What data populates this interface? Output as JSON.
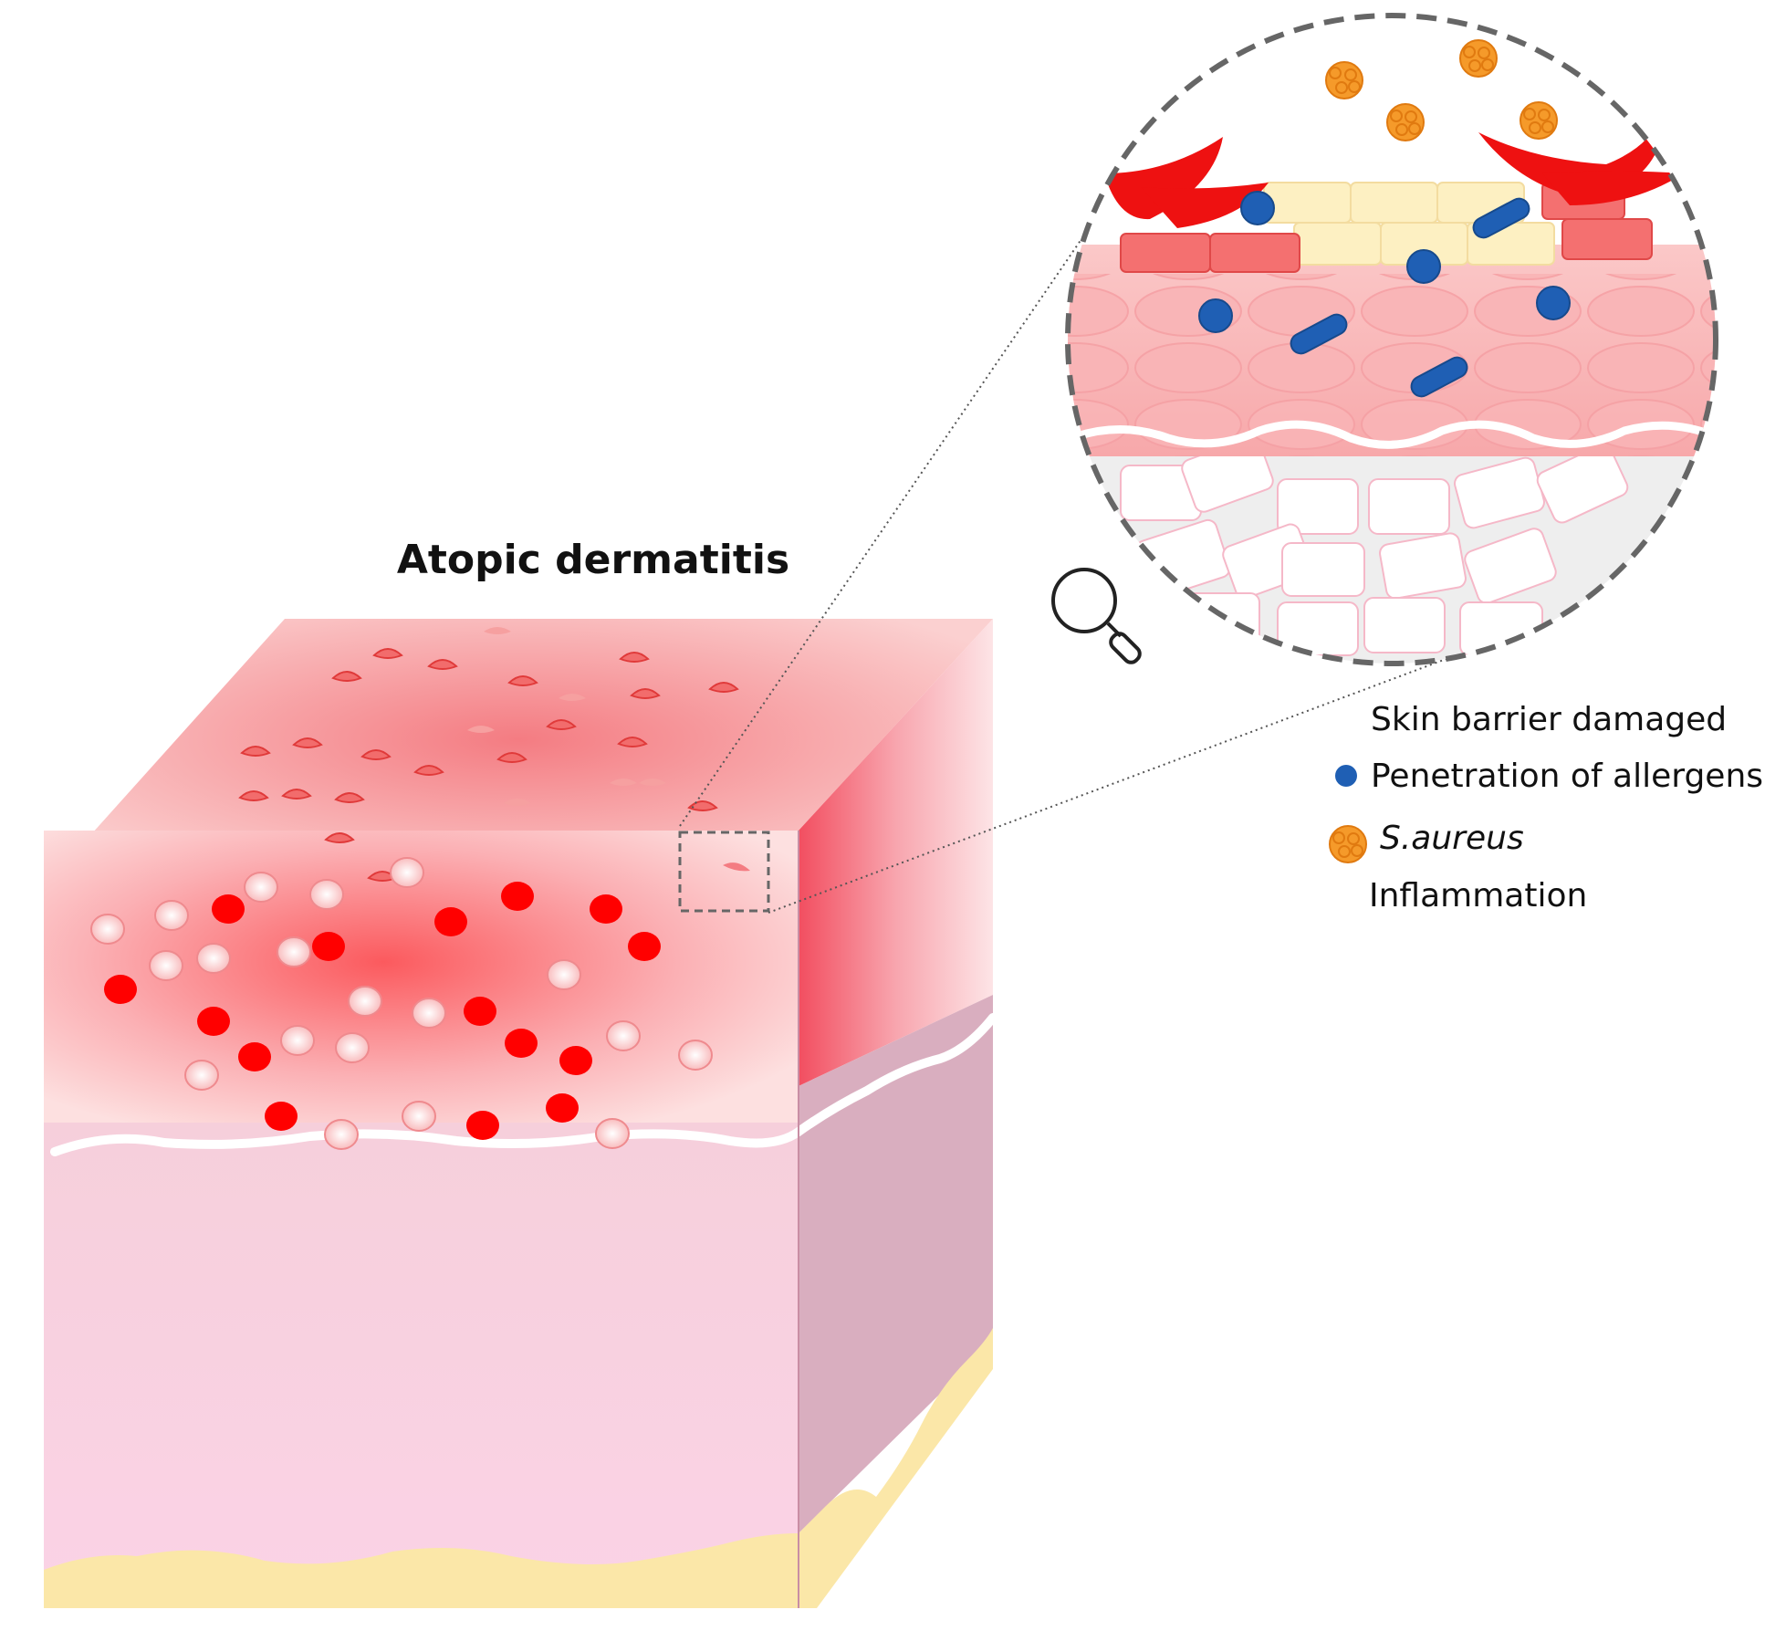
{
  "title": "Atopic dermatitis",
  "legend": {
    "skin_barrier": "Skin barrier damaged",
    "allergens": "Penetration of allergens",
    "s_aureus": "S.aureus",
    "inflammation": "Inflammation"
  },
  "icons": [
    "magnifier-icon",
    "allergen-dot-icon",
    "s-aureus-cluster-icon"
  ],
  "colors": {
    "lesion_red": "#ff0000",
    "allergen_blue": "#1f5fb4",
    "bacteria_orange": "#f59a2a",
    "epidermis_pink": "#f8a8a8",
    "dermis_pink": "#f8cfe0",
    "fat_yellow": "#fbe7a8"
  }
}
